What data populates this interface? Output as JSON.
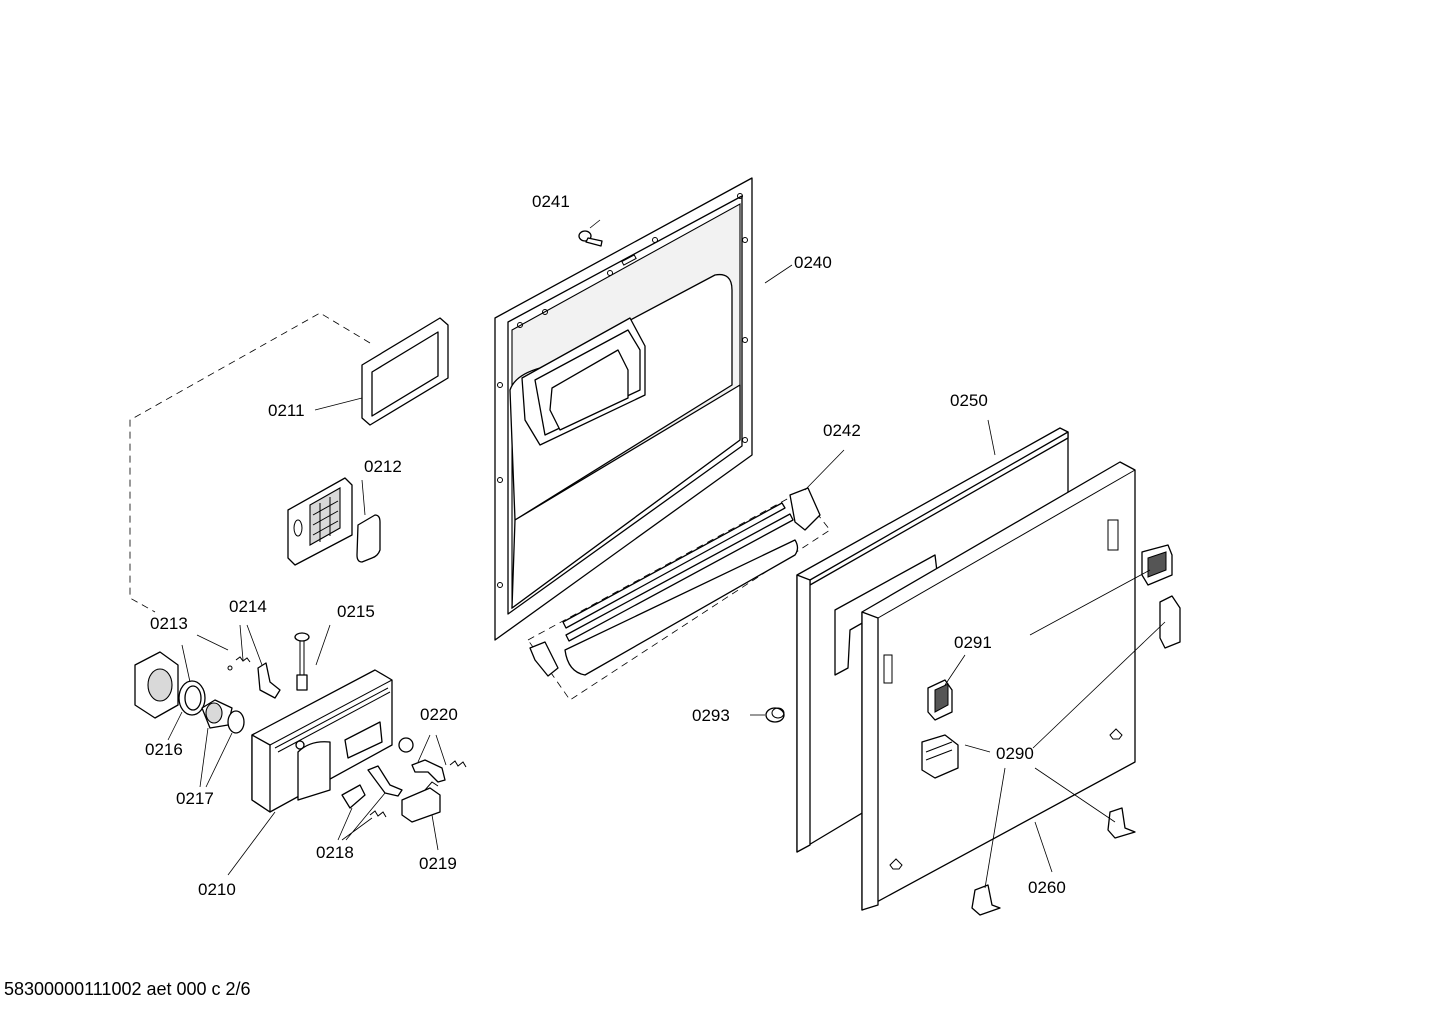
{
  "labels": {
    "p0211": "0211",
    "p0212": "0212",
    "p0213": "0213",
    "p0214": "0214",
    "p0215": "0215",
    "p0216": "0216",
    "p0217": "0217",
    "p0210": "0210",
    "p0220": "0220",
    "p0218": "0218",
    "p0219": "0219",
    "p0241": "0241",
    "p0240": "0240",
    "p0242": "0242",
    "p0250": "0250",
    "p0291": "0291",
    "p0293": "0293",
    "p0290": "0290",
    "p0260": "0260"
  },
  "footer": "58300000111002 aet 000 c 2/6"
}
